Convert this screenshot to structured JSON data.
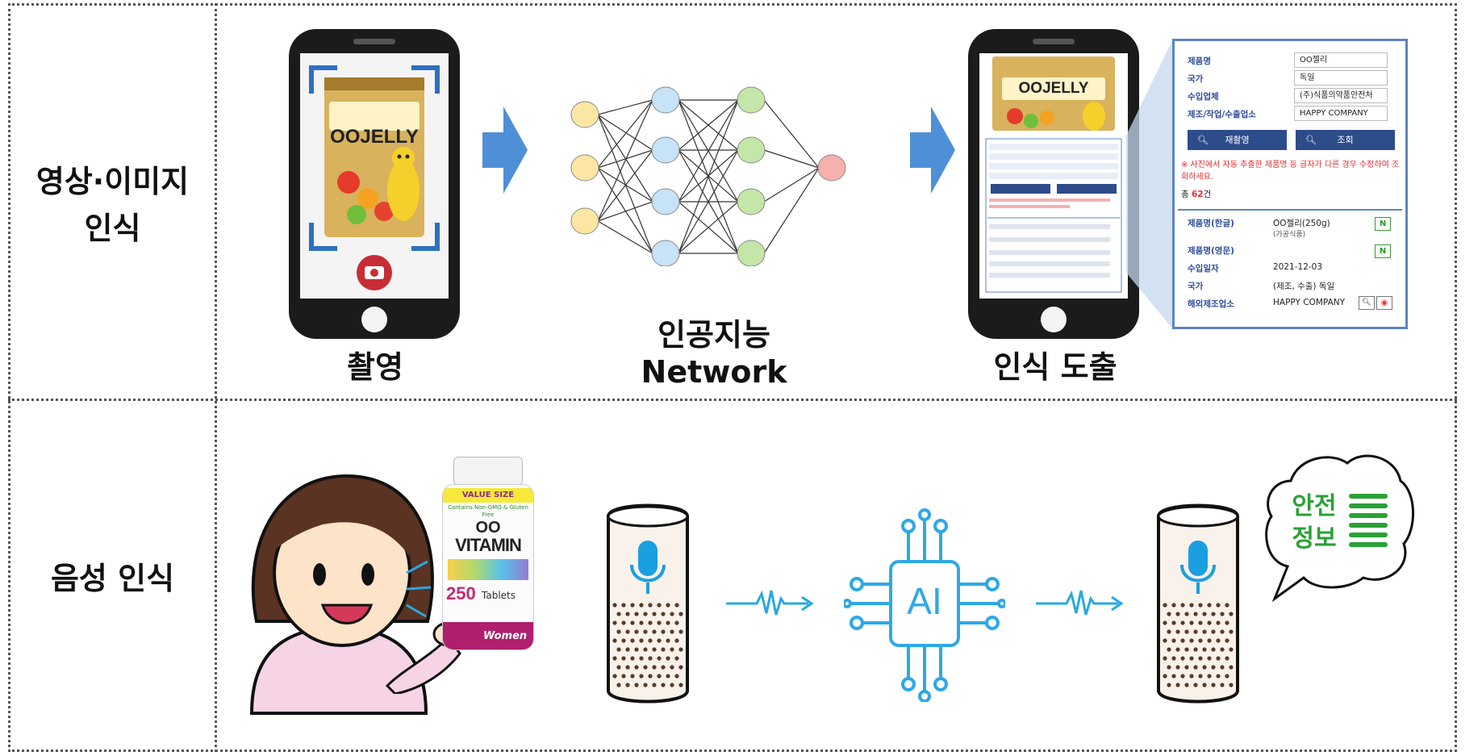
{
  "rows": {
    "image": {
      "label_line1": "영상·이미지",
      "label_line2": "인식"
    },
    "voice": {
      "label": "음성 인식"
    }
  },
  "steps": {
    "capture": "촬영",
    "ai_line1": "인공지능",
    "ai_line2": "Network",
    "result": "인식 도출"
  },
  "jelly": {
    "brand": "OOJELLY",
    "brand_prefix": "OO",
    "brand_word": "JELLY"
  },
  "panel": {
    "fields": [
      {
        "label": "제품명",
        "value": "OO젤리"
      },
      {
        "label": "국가",
        "value": "독일"
      },
      {
        "label": "수입업체",
        "value": "(주)식품의약품안전처"
      },
      {
        "label": "제조/작업/수출업소",
        "value": "HAPPY COMPANY"
      }
    ],
    "btn_rephoto": "재촬영",
    "btn_search": "조회",
    "warning": "※ 사진에서 자동 추출한 제품명 등 글자가 다른 경우 수정하여 조회하세요.",
    "count_prefix": "총 ",
    "count_value": "62",
    "count_suffix": "건",
    "details": [
      {
        "label": "제품명(한글)",
        "value": "OO젤리(250g)",
        "sub": "(가공식품)"
      },
      {
        "label": "제품명(영문)",
        "value": ""
      },
      {
        "label": "수입일자",
        "value": "2021-12-03"
      },
      {
        "label": "국가",
        "value": "(제조, 수출) 독일"
      },
      {
        "label": "해외제조업소",
        "value": "HAPPY COMPANY"
      }
    ],
    "badge": "N"
  },
  "vitamin": {
    "top": "VALUE SIZE",
    "claims": "Contains Non-GMO & Gluten Free",
    "brand_prefix": "OO",
    "brand": "VITAMIN",
    "count": "250",
    "count_unit": "Tablets",
    "women": "Women"
  },
  "ai_chip": "AI",
  "bubble": {
    "line1": "안전",
    "line2": "정보"
  },
  "colors": {
    "arrow_blue": "#4f8fd8",
    "node_yellow": "#fbe7a3",
    "node_blue": "#c6e3f7",
    "node_green": "#c4e6a8",
    "node_red": "#f6b0ad",
    "mic_blue": "#1a9fe0",
    "bubble_green": "#2aa136",
    "ai_blue": "#2ea8e6",
    "camera_red": "#c82d35",
    "panel_blue": "#2d4c8a"
  }
}
